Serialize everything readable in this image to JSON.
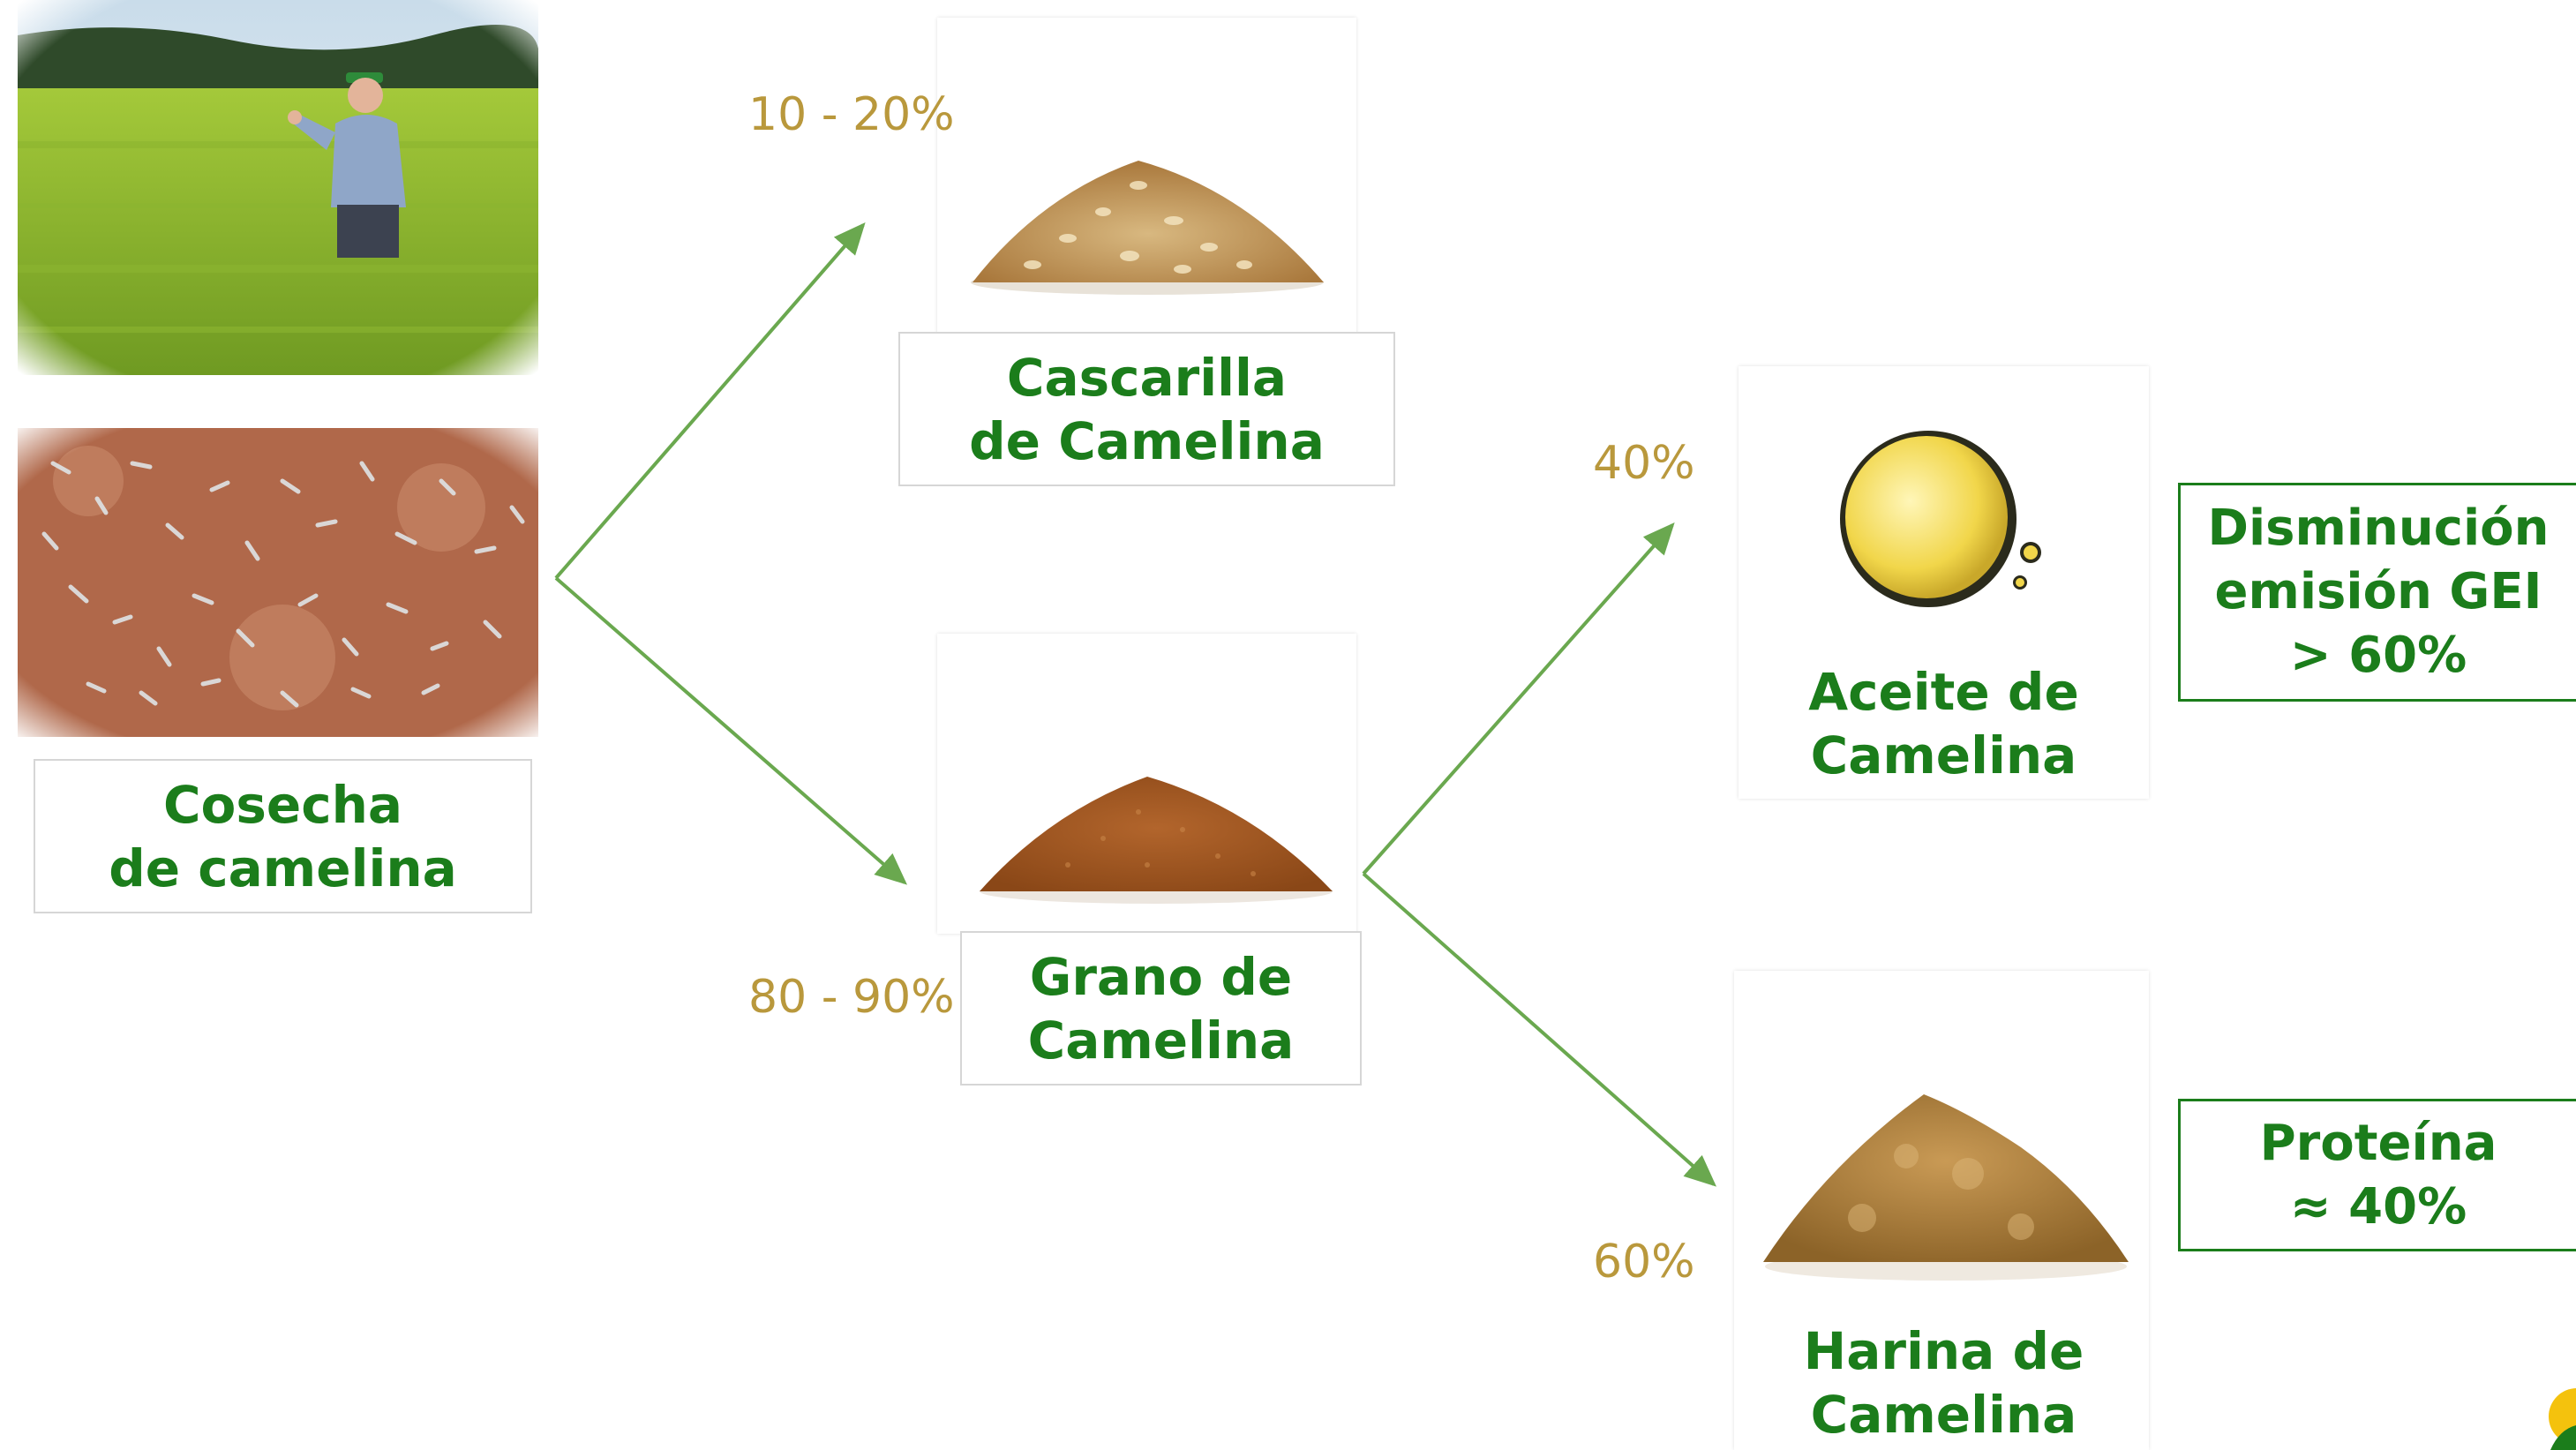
{
  "nodes": {
    "cosecha": "Cosecha\nde camelina",
    "cascarilla": "Cascarilla\nde Camelina",
    "grano": "Grano de\nCamelina",
    "aceite": "Aceite de\nCamelina",
    "harina": "Harina de\nCamelina"
  },
  "percentages": {
    "cascarilla": "10 - 20%",
    "grano": "80 - 90%",
    "aceite": "40%",
    "harina": "60%"
  },
  "results": {
    "aceite": "Disminución\nemisión GEI\n> 60%",
    "harina": "Proteína\n≈ 40%"
  },
  "colors": {
    "label_text": "#1b7d1b",
    "percent_text": "#b9983c",
    "arrow": "#6aa84f"
  },
  "icons": {
    "field_photo": "farmer-in-field-photo",
    "seeds_photo": "seeds-on-soil-photo",
    "husk": "husk-pile-image",
    "grain": "grain-pile-image",
    "oil": "oil-drop-image",
    "flour": "flour-pile-image",
    "logo": "logo-icon"
  }
}
